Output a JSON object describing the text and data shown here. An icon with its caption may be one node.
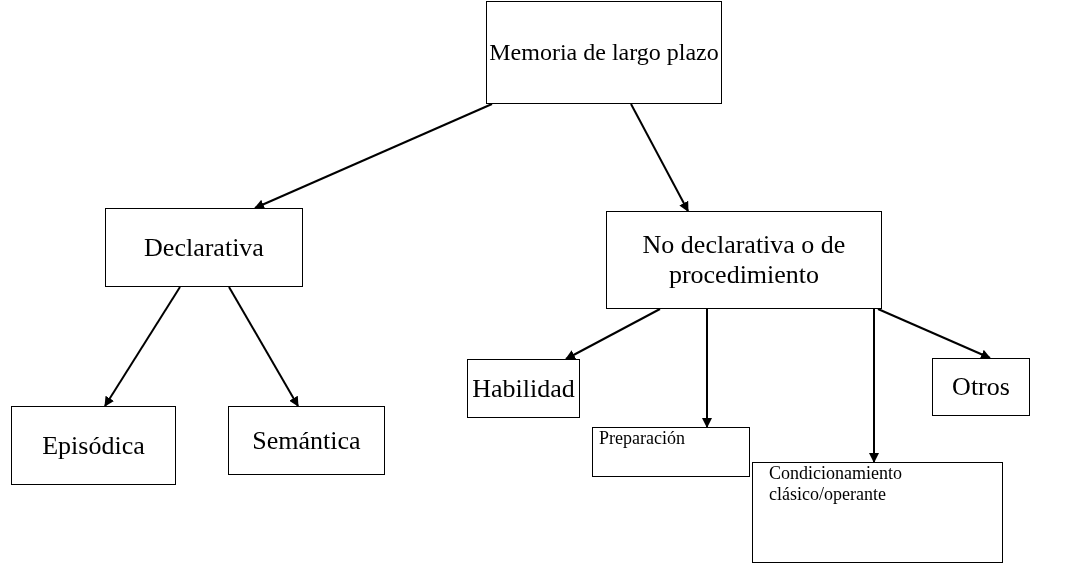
{
  "diagram": {
    "nodes": [
      {
        "text": [
          "Memoria de largo plazo"
        ]
      },
      {
        "text": [
          "Declarativa"
        ]
      },
      {
        "text": [
          "No declarativa o de procedimiento"
        ]
      },
      {
        "text": [
          "Episódica"
        ]
      },
      {
        "text": [
          "Semántica"
        ]
      },
      {
        "text": [
          "Habilidad"
        ]
      },
      {
        "text": [
          "Preparación"
        ]
      },
      {
        "text": [
          "Condicionamiento clásico/operante"
        ]
      },
      {
        "text": [
          "Otros"
        ]
      }
    ],
    "edges": [
      {
        "from": 0,
        "to": 1,
        "arrow": "to"
      },
      {
        "from": 0,
        "to": 2,
        "arrow": "to"
      },
      {
        "from": 1,
        "to": 3,
        "arrow": "to"
      },
      {
        "from": 1,
        "to": 4,
        "arrow": "to"
      },
      {
        "from": 2,
        "to": 5,
        "arrow": "to"
      },
      {
        "from": 2,
        "to": 6,
        "arrow": "to"
      },
      {
        "from": 2,
        "to": 7,
        "arrow": "to"
      },
      {
        "from": 2,
        "to": 8,
        "arrow": "to"
      }
    ]
  }
}
